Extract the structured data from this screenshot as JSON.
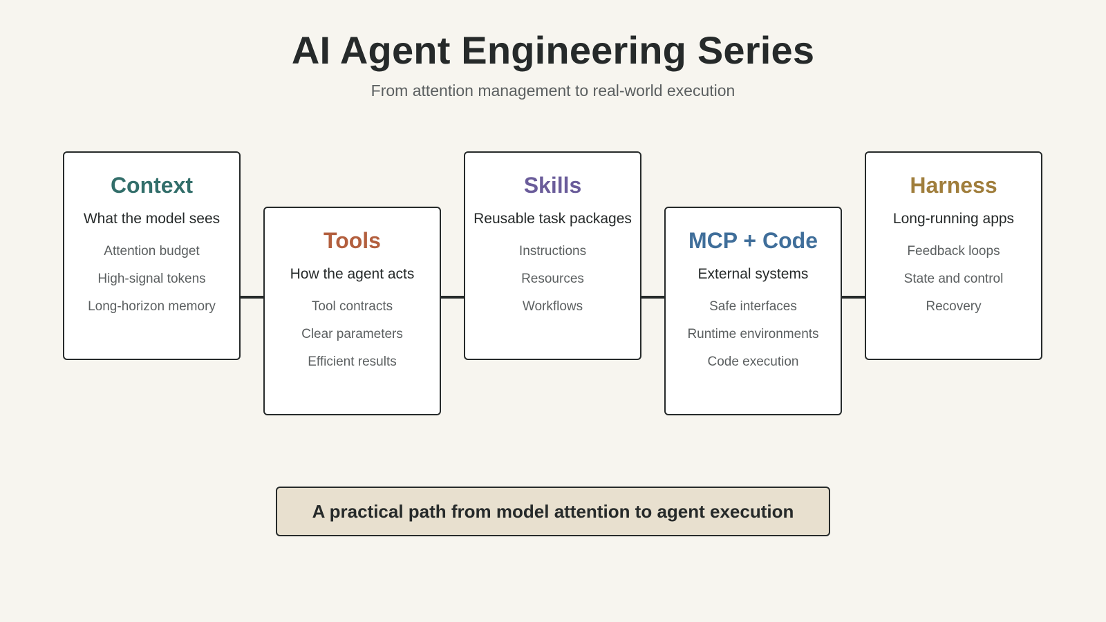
{
  "header": {
    "title": "AI Agent Engineering Series",
    "subtitle": "From attention management to real-world execution"
  },
  "stages": [
    {
      "title": "Context",
      "color": "#326e6a",
      "description": "What the model sees",
      "items": [
        "Attention budget",
        "High-signal tokens",
        "Long-horizon memory"
      ]
    },
    {
      "title": "Tools",
      "color": "#b35f3e",
      "description": "How the agent acts",
      "items": [
        "Tool contracts",
        "Clear parameters",
        "Efficient results"
      ]
    },
    {
      "title": "Skills",
      "color": "#6a5c9a",
      "description": "Reusable task packages",
      "items": [
        "Instructions",
        "Resources",
        "Workflows"
      ]
    },
    {
      "title": "MCP + Code",
      "color": "#3f6e9a",
      "description": "External systems",
      "items": [
        "Safe interfaces",
        "Runtime environments",
        "Code execution"
      ]
    },
    {
      "title": "Harness",
      "color": "#a07e3c",
      "description": "Long-running apps",
      "items": [
        "Feedback loops",
        "State and control",
        "Recovery"
      ]
    }
  ],
  "footer": {
    "text": "A practical path from model attention to agent execution"
  }
}
